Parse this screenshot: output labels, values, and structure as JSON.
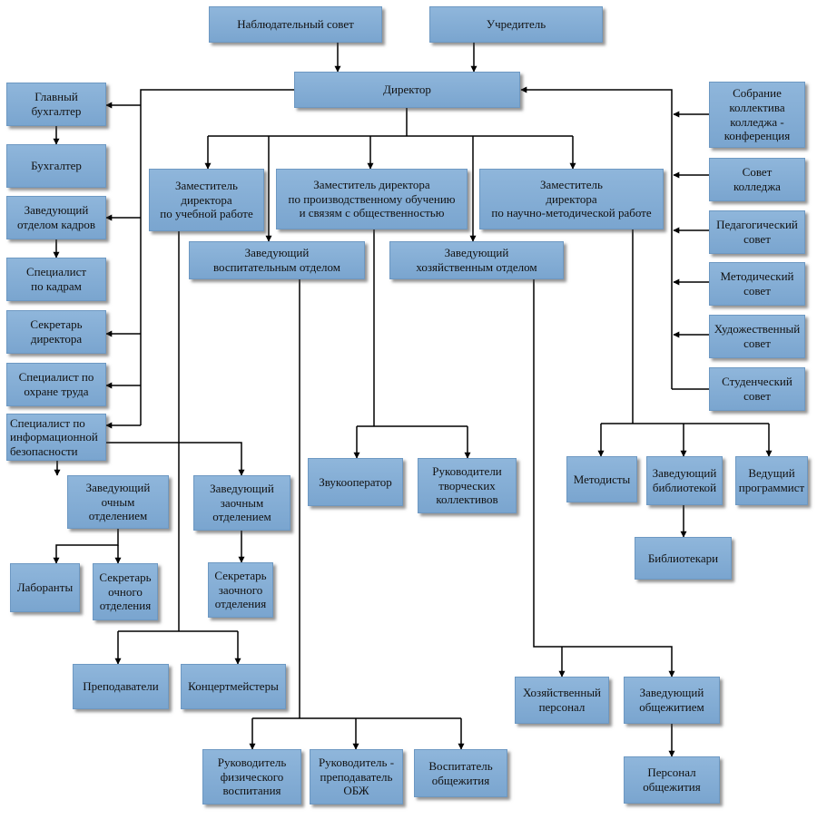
{
  "nodes": {
    "nablyud_sovet": "Наблюдательный совет",
    "uchreditel": "Учредитель",
    "direktor": "Директор",
    "glav_buh": "Главный\nбухгалтер",
    "buhgalter": "Бухгалтер",
    "zav_kadr": "Заведующий\nотделом кадров",
    "spec_kadr": "Специалист\nпо кадрам",
    "sekretar_dir": "Секретарь\nдиректора",
    "spec_ohrana": "Специалист по\nохране труда",
    "spec_infobez": "Специалист по\nинформационной\nбезопасности",
    "zam_uch": "Заместитель\nдиректора\nпо учебной работе",
    "zam_proizv": "Заместитель директора\nпо производственному обучению\nи связям с общественностью",
    "zam_nauch": "Заместитель\nдиректора\nпо научно-методической работе",
    "zav_vosp": "Заведующий\nвоспитательным отделом",
    "zav_hoz": "Заведующий\nхозяйственным отделом",
    "sobranie": "Собрание\nколлектива\nколледжа -\nконференция",
    "sovet_koll": "Совет\nколледжа",
    "ped_sovet": "Педагогический\nсовет",
    "met_sovet": "Методический\nсовет",
    "hud_sovet": "Художественный\nсовет",
    "stud_sovet": "Студенческий\nсовет",
    "zav_och": "Заведующий\nочным\nотделением",
    "zav_zaoch": "Заведующий\nзаочным\nотделением",
    "laboranty": "Лаборанты",
    "sekr_och": "Секретарь\nочного\nотделения",
    "sekr_zaoch": "Секретарь\nзаочного\nотделения",
    "prepodavateli": "Преподаватели",
    "koncert": "Концертмейстеры",
    "zvukooperator": "Звукооператор",
    "ruk_tvorch": "Руководители\nтворческих\nколлективов",
    "metodisty": "Методисты",
    "zav_bibl": "Заведующий\nбиблиотекой",
    "ved_prog": "Ведущий\nпрограммист",
    "bibliotekari": "Библиотекари",
    "hoz_personal": "Хозяйственный\nперсонал",
    "zav_obsh": "Заведующий\nобщежитием",
    "personal_obsh": "Персонал\nобщежития",
    "ruk_fiz": "Руководитель\nфизического\nвоспитания",
    "ruk_obzh": "Руководитель -\nпреподаватель\nОБЖ",
    "vosp_obsh": "Воспитатель\nобщежития"
  },
  "colors": {
    "box_fill": "#86afd6",
    "box_border": "#6d98c2",
    "line": "#000000"
  }
}
